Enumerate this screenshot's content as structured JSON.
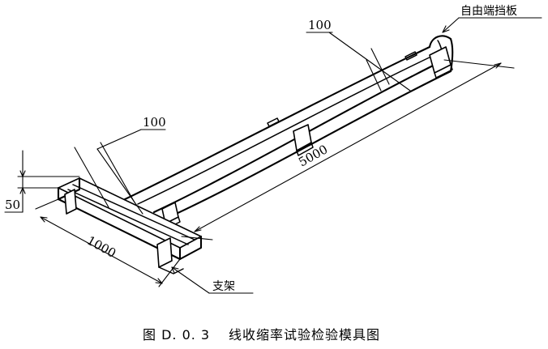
{
  "labels": {
    "end_plate": "自由端挡板",
    "width_top": "100",
    "width_left": "100",
    "length": "5000",
    "height": "50",
    "base_length": "1000",
    "support": "支架"
  },
  "caption": {
    "figure_no": "图 D. 0. 3",
    "title": "线收缩率试验检验模具图"
  }
}
